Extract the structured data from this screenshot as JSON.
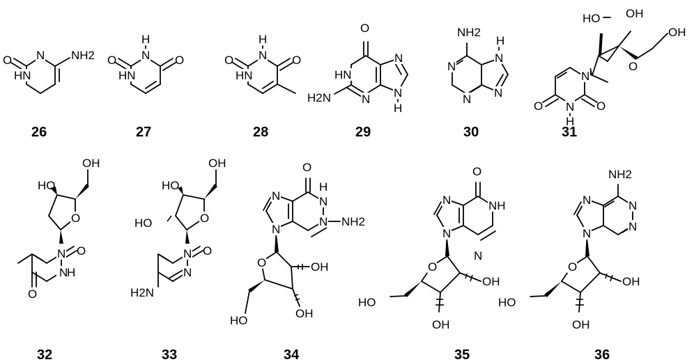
{
  "figure": {
    "compounds": [
      {
        "id": "26",
        "atoms": [
          "O",
          "N",
          "NH2",
          "HN"
        ]
      },
      {
        "id": "27",
        "atoms": [
          "O",
          "H",
          "N",
          "O",
          "HN"
        ]
      },
      {
        "id": "28",
        "atoms": [
          "O",
          "H",
          "N",
          "O",
          "HN"
        ]
      },
      {
        "id": "29",
        "atoms": [
          "O",
          "HN",
          "N",
          "H2N",
          "N",
          "N",
          "H"
        ]
      },
      {
        "id": "30",
        "atoms": [
          "NH2",
          "N",
          "H",
          "N",
          "N",
          "N"
        ]
      },
      {
        "id": "31",
        "atoms": [
          "HO",
          "OH",
          "OH",
          "O",
          "N",
          "O",
          "O",
          "N",
          "H"
        ]
      },
      {
        "id": "32",
        "atoms": [
          "HO",
          "OH",
          "O",
          "N",
          "O",
          "O",
          "N",
          "H"
        ]
      },
      {
        "id": "33",
        "atoms": [
          "HO",
          "OH",
          "HO",
          "O",
          "N",
          "O",
          "N",
          "H2N"
        ]
      },
      {
        "id": "34",
        "atoms": [
          "O",
          "N",
          "H",
          "N",
          "NH2",
          "N",
          "N",
          "O",
          "OH",
          "HO",
          "OH"
        ]
      },
      {
        "id": "35",
        "atoms": [
          "O",
          "N",
          "NH",
          "N",
          "N",
          "O",
          "HO",
          "OH",
          "OH"
        ]
      },
      {
        "id": "36",
        "atoms": [
          "NH2",
          "N",
          "N",
          "N",
          "N",
          "O",
          "HO",
          "OH",
          "OH"
        ]
      }
    ]
  }
}
